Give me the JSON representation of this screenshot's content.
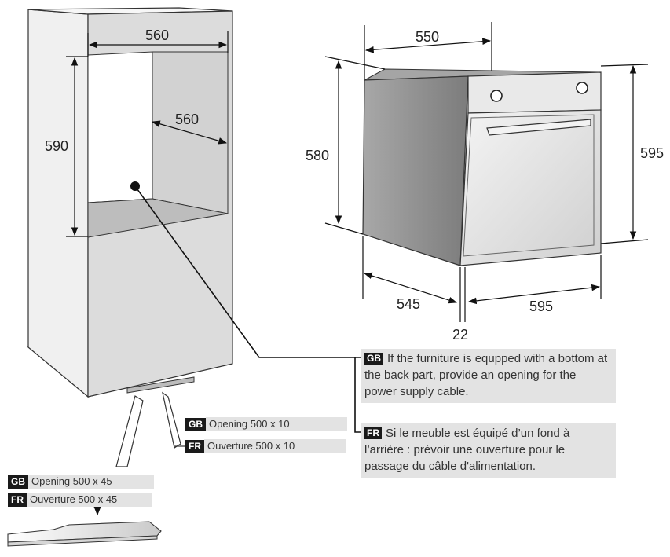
{
  "dimensions": {
    "niche_width": "560",
    "niche_depth": "560",
    "niche_height": "590",
    "oven_width_top": "550",
    "oven_height_body": "580",
    "oven_height_front": "595",
    "oven_depth_body": "545",
    "oven_width_front": "595",
    "front_thickness": "22"
  },
  "notes": {
    "cable_gb": {
      "tag": "GB",
      "text": "If the furniture is equpped with a bottom at the back part, provide an opening for the power supply cable."
    },
    "cable_fr": {
      "tag": "FR",
      "text": "Si le meuble est équipé d’un fond à l’arrière : prévoir une ouverture pour le passage du câble d'alimentation."
    }
  },
  "labels": {
    "opening10_gb": {
      "tag": "GB",
      "text": "Opening 500 x 10"
    },
    "opening10_fr": {
      "tag": "FR",
      "text": "Ouverture 500 x 10"
    },
    "opening45_gb": {
      "tag": "GB",
      "text": "Opening 500 x 45"
    },
    "opening45_fr": {
      "tag": "FR",
      "text": "Ouverture 500 x 45"
    }
  },
  "colors": {
    "cabinet_face": "#dcdcdc",
    "cabinet_side": "#f0f0f0",
    "niche_back": "#d2d2d2",
    "plinth": "#9b9b9b",
    "oven_body": "#8f8f8f",
    "oven_front": "#e6e6e6",
    "note_bg": "#e3e3e3",
    "tag_bg": "#1a1a1a"
  }
}
